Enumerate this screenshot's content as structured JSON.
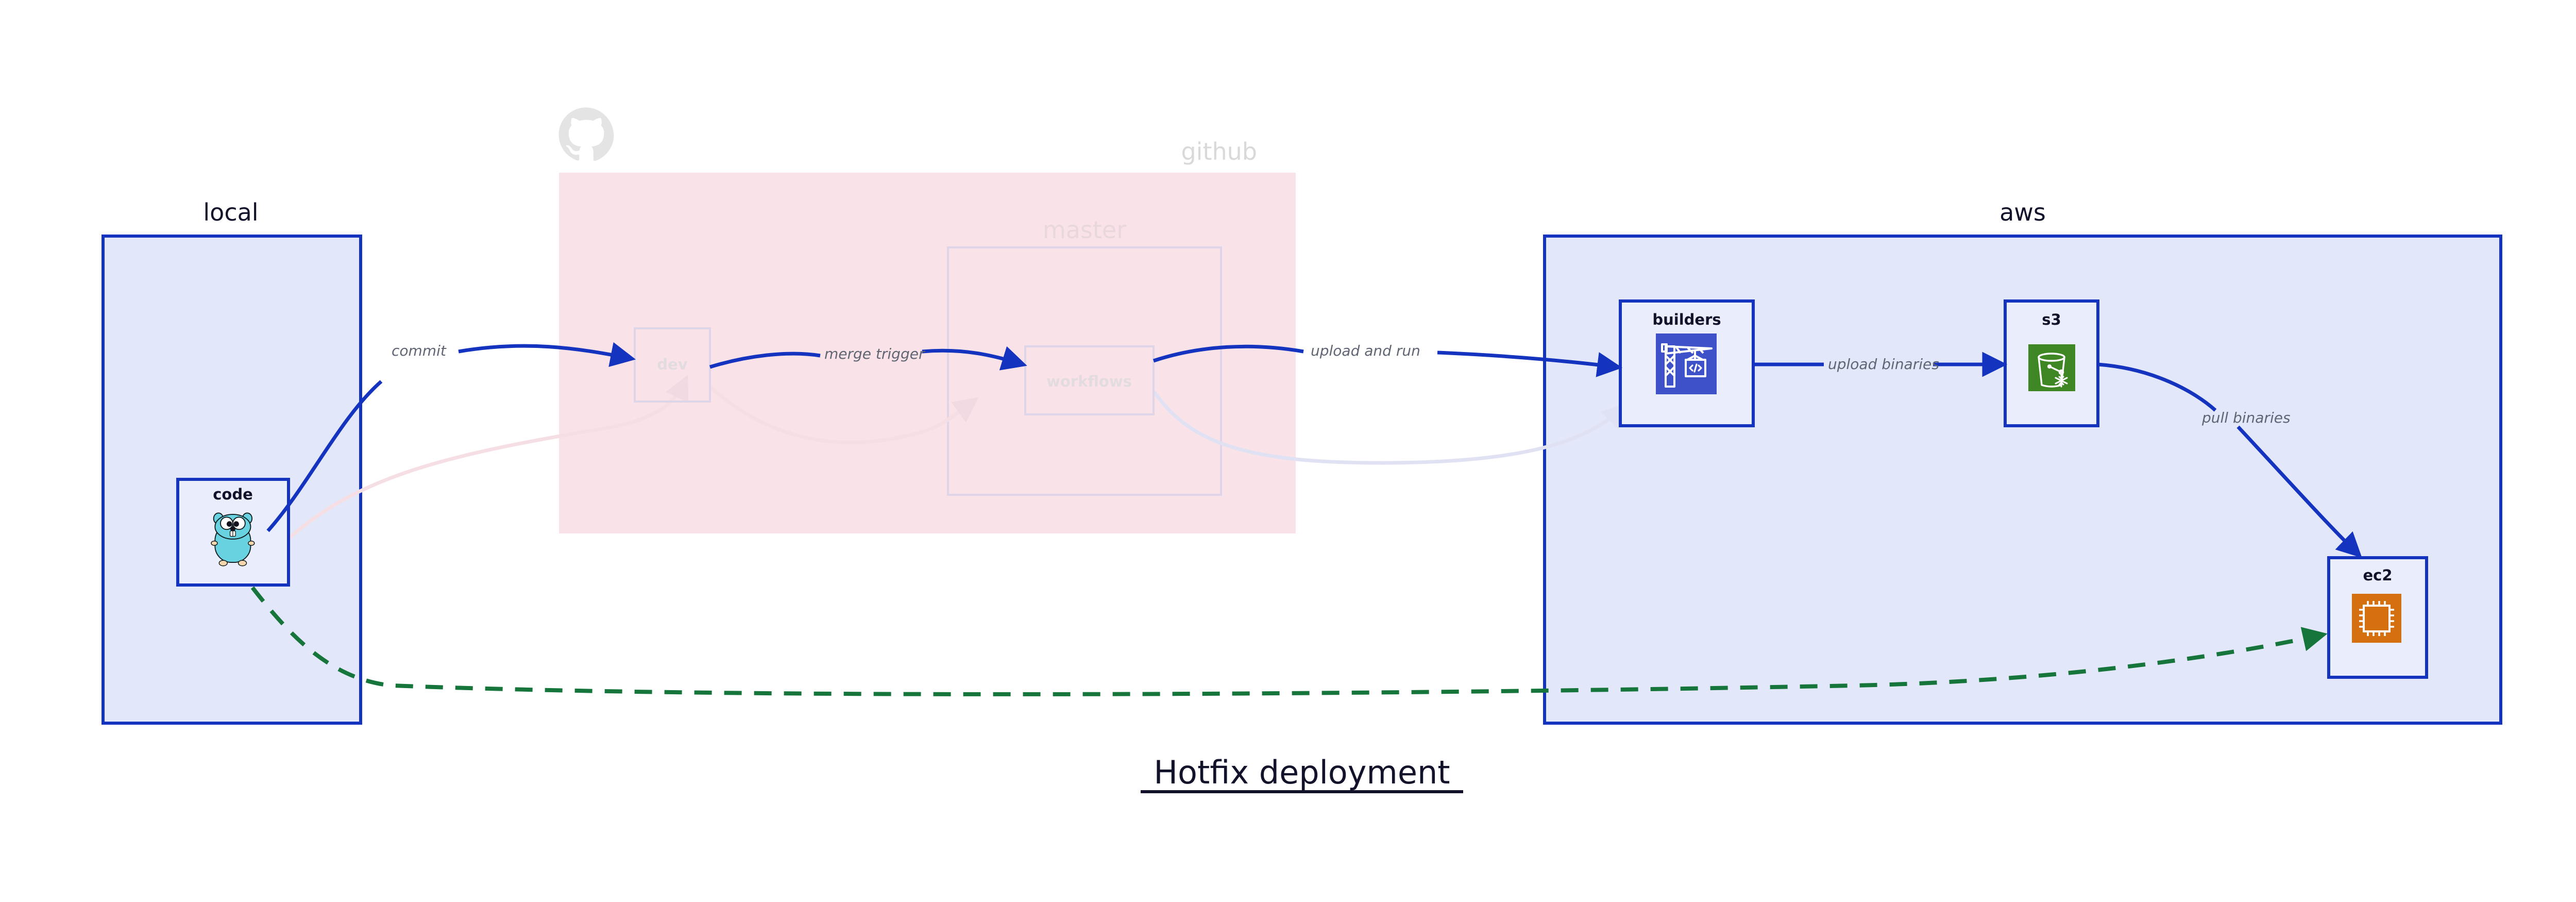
{
  "title": {
    "text": "Hotfix deployment"
  },
  "clusters": [
    {
      "id": "local",
      "label": "local",
      "state": "active"
    },
    {
      "id": "github",
      "label": "github",
      "state": "faded"
    },
    {
      "id": "master",
      "label": "master",
      "state": "faded"
    },
    {
      "id": "aws",
      "label": "aws",
      "state": "active"
    }
  ],
  "nodes": [
    {
      "id": "code",
      "label": "code",
      "icon": "go-gopher-icon",
      "state": "active"
    },
    {
      "id": "dev",
      "label": "dev",
      "icon": "none",
      "state": "faded"
    },
    {
      "id": "workflows",
      "label": "workflows",
      "icon": "none",
      "state": "faded"
    },
    {
      "id": "builders",
      "label": "builders",
      "icon": "crane-code-icon",
      "state": "active"
    },
    {
      "id": "s3",
      "label": "s3",
      "icon": "s3-bucket-icon",
      "state": "active"
    },
    {
      "id": "ec2",
      "label": "ec2",
      "icon": "ec2-cpu-icon",
      "state": "active"
    }
  ],
  "edges": [
    {
      "id": "commit",
      "label": "commit",
      "from": "code",
      "to": "dev",
      "style": "solid-blue"
    },
    {
      "id": "merge-trigger",
      "label": "merge trigger",
      "from": "dev",
      "to": "workflows",
      "style": "solid-blue"
    },
    {
      "id": "upload-and-run",
      "label": "upload and run",
      "from": "workflows",
      "to": "builders",
      "style": "solid-blue"
    },
    {
      "id": "upload-binaries",
      "label": "upload binaries",
      "from": "builders",
      "to": "s3",
      "style": "solid-blue"
    },
    {
      "id": "pull-binaries",
      "label": "pull binaries",
      "from": "s3",
      "to": "ec2",
      "style": "solid-blue"
    },
    {
      "id": "hotfix-direct",
      "label": "",
      "from": "code",
      "to": "ec2",
      "style": "dashed-green"
    },
    {
      "id": "faded-code-dev",
      "label": "",
      "from": "code",
      "to": "dev",
      "style": "faded-pink"
    },
    {
      "id": "faded-dev-wf",
      "label": "",
      "from": "dev",
      "to": "workflows",
      "style": "faded-pink"
    },
    {
      "id": "faded-wf-build",
      "label": "",
      "from": "workflows",
      "to": "builders",
      "style": "faded-blue"
    }
  ],
  "colors": {
    "accent_blue": "#1433bf",
    "cluster_blue_fill": "#e2e7fa",
    "cluster_pink_fill": "#fae3e8",
    "node_fill": "#eaeefc",
    "green_dashed": "#16753a",
    "builders_icon_bg": "#3f51c8",
    "s3_icon_bg": "#3f8624",
    "ec2_icon_bg": "#d4700f",
    "gopher_body": "#69d2e0",
    "label_text": "#5f6572",
    "title_text": "#12122b"
  }
}
